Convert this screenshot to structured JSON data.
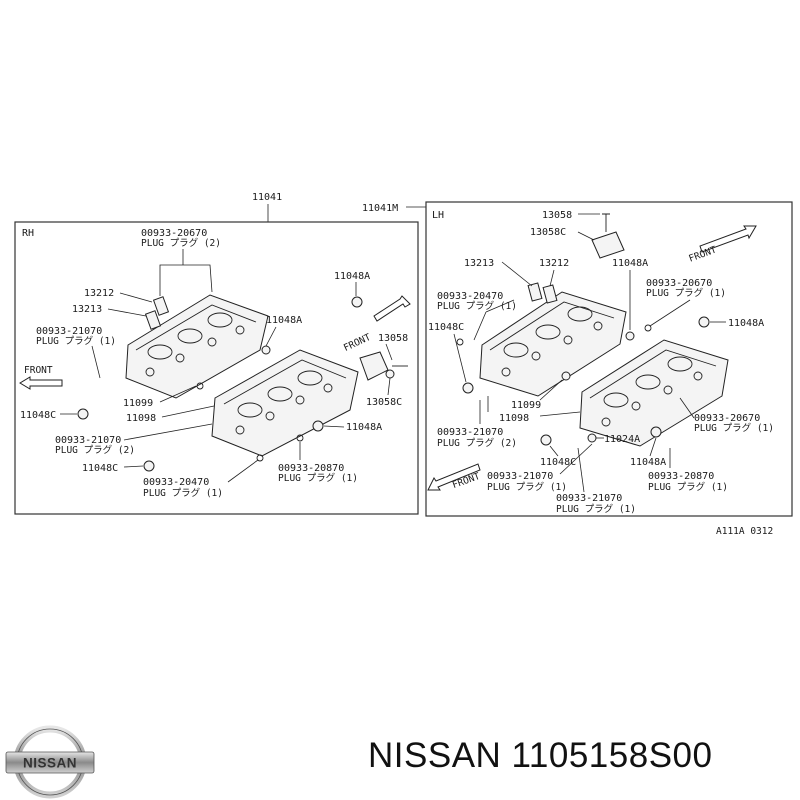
{
  "diagram": {
    "assembly_label": "11041",
    "assembly_label_lh": "11041M",
    "rh_label": "RH",
    "lh_label": "LH",
    "front_text": "FRONT",
    "ref_code": "A111A 0312",
    "rh_parts": [
      {
        "code": "00933-20670",
        "desc": "PLUG プラグ (2)"
      },
      {
        "code": "13212",
        "desc": ""
      },
      {
        "code": "13213",
        "desc": ""
      },
      {
        "code": "00933-21070",
        "desc": "PLUG プラグ (1)"
      },
      {
        "code": "11048A",
        "desc": ""
      },
      {
        "code": "11048A",
        "desc": ""
      },
      {
        "code": "13058",
        "desc": ""
      },
      {
        "code": "13058C",
        "desc": ""
      },
      {
        "code": "11048C",
        "desc": ""
      },
      {
        "code": "11099",
        "desc": ""
      },
      {
        "code": "11098",
        "desc": ""
      },
      {
        "code": "00933-21070",
        "desc": "PLUG プラグ (2)"
      },
      {
        "code": "11048A",
        "desc": ""
      },
      {
        "code": "11048C",
        "desc": ""
      },
      {
        "code": "00933-20870",
        "desc": "PLUG プラグ (1)"
      },
      {
        "code": "00933-20470",
        "desc": "PLUG プラグ (1)"
      }
    ],
    "lh_parts": [
      {
        "code": "13058",
        "desc": ""
      },
      {
        "code": "13058C",
        "desc": ""
      },
      {
        "code": "13213",
        "desc": ""
      },
      {
        "code": "13212",
        "desc": ""
      },
      {
        "code": "11048A",
        "desc": ""
      },
      {
        "code": "00933-20470",
        "desc": "PLUG プラグ (1)"
      },
      {
        "code": "00933-20670",
        "desc": "PLUG プラグ (1)"
      },
      {
        "code": "11048C",
        "desc": ""
      },
      {
        "code": "11048A",
        "desc": ""
      },
      {
        "code": "11099",
        "desc": ""
      },
      {
        "code": "11098",
        "desc": ""
      },
      {
        "code": "00933-21070",
        "desc": "PLUG プラグ (2)"
      },
      {
        "code": "00933-20670",
        "desc": "PLUG プラグ (1)"
      },
      {
        "code": "11024A",
        "desc": ""
      },
      {
        "code": "11048C",
        "desc": ""
      },
      {
        "code": "11048A",
        "desc": ""
      },
      {
        "code": "00933-21070",
        "desc": "PLUG プラグ (1)"
      },
      {
        "code": "00933-20870",
        "desc": "PLUG プラグ (1)"
      },
      {
        "code": "00933-21070",
        "desc": "PLUG プラグ (1)"
      }
    ]
  },
  "brand": {
    "title": "NISSAN 1105158S00",
    "logo_text": "NISSAN"
  }
}
